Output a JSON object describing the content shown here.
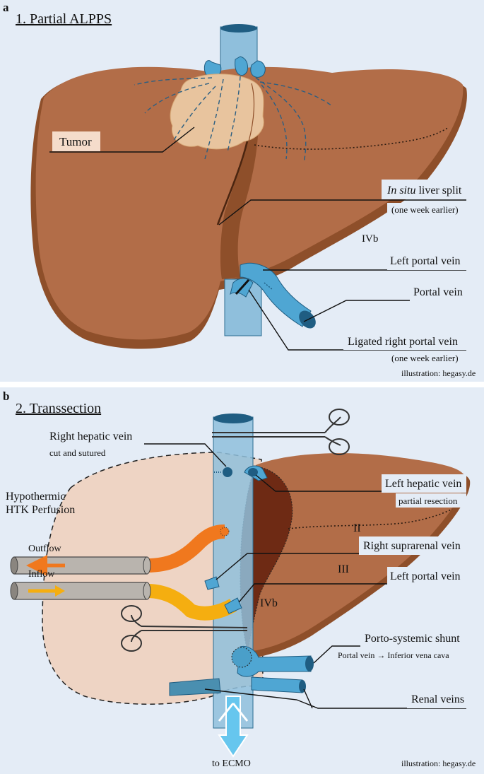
{
  "panel_a": {
    "letter": "a",
    "title": "1. Partial ALPPS",
    "labels": {
      "tumor": "Tumor",
      "in_situ_italic": "In situ",
      "liver_split": " liver split",
      "liver_split_note": "(one week earlier)",
      "segment_ivb": "IVb",
      "left_portal_vein": "Left portal vein",
      "portal_vein": "Portal vein",
      "ligated_rpv": "Ligated right portal vein",
      "ligated_note": "(one week earlier)"
    },
    "credit": "illustration: hegasy.de"
  },
  "panel_b": {
    "letter": "b",
    "title": "2. Transsection",
    "labels": {
      "right_hepatic_vein": "Right hepatic vein",
      "rhv_note": "cut and sutured",
      "hypothermic_1": "Hypothermic",
      "hypothermic_2": "HTK Perfusion",
      "outflow": "Outflow",
      "inflow": "Inflow",
      "left_hepatic_vein": "Left hepatic vein",
      "lhv_note": "partial resection",
      "segment_ii": "II",
      "segment_iii": "III",
      "segment_ivb": "IVb",
      "right_suprarenal_vein": "Right suprarenal vein",
      "left_portal_vein": "Left portal vein",
      "shunt": "Porto-systemic shunt",
      "shunt_note": "Portal vein → Inferior vena cava",
      "renal_veins": "Renal veins",
      "to_ecmo": "to ECMO"
    },
    "credit": "illustration: hegasy.de"
  },
  "colors": {
    "panel_bg": "#e4ecf6",
    "liver": "#b26d48",
    "liver_dark": "#8e4f2a",
    "tumor": "#e8c49e",
    "vein": "#4fa6d3",
    "ivc": "#8fbfdc",
    "pale_liver": "#eed4c4",
    "outflow": "#f0781e",
    "inflow": "#f5ae10"
  }
}
